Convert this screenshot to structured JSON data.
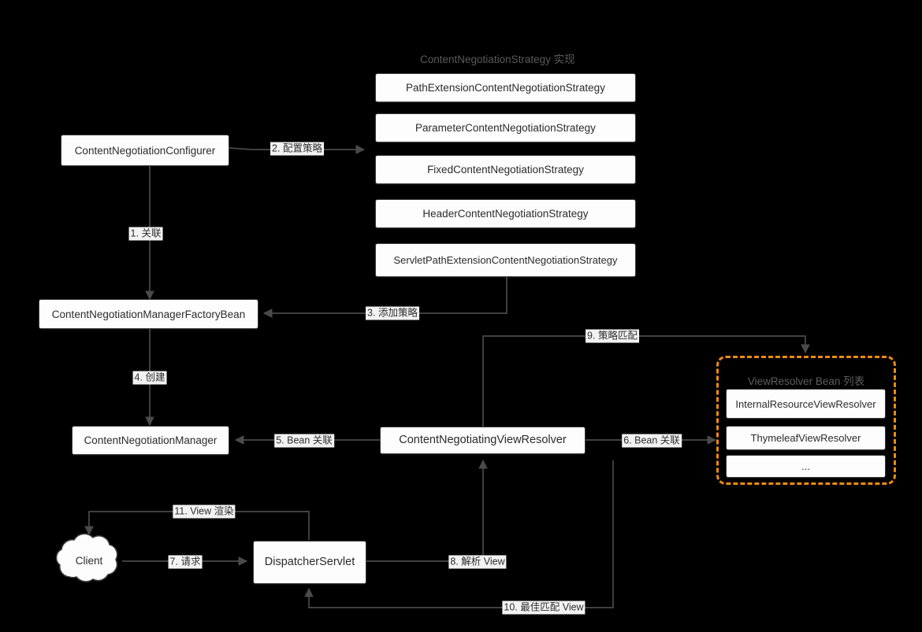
{
  "diagram": {
    "background": "#000000",
    "accent_orange": "#ed8b13",
    "node_fill": "#fdfdfd",
    "node_stroke": "#3a3a3a",
    "edge_stroke": "#4a4a4a",
    "label_bg": "#f2f2f2"
  },
  "groups": {
    "strategy_group_title": "ContentNegotiationStrategy 实现",
    "viewresolver_group_title": "ViewResolver Bean 列表"
  },
  "nodes": {
    "configurer": "ContentNegotiationConfigurer",
    "factory_bean": "ContentNegotiationManagerFactoryBean",
    "manager": "ContentNegotiationManager",
    "negotiating_view_resolver": "ContentNegotiatingViewResolver",
    "dispatcher_servlet": "DispatcherServlet",
    "client": "Client"
  },
  "strategies": [
    "PathExtensionContentNegotiationStrategy",
    "ParameterContentNegotiationStrategy",
    "FixedContentNegotiationStrategy",
    "HeaderContentNegotiationStrategy",
    "ServletPathExtensionContentNegotiationStrategy"
  ],
  "view_resolvers": [
    "InternalResourceViewResolver",
    "ThymeleafViewResolver",
    "..."
  ],
  "edges": [
    {
      "id": "e1",
      "label": "1. 关联"
    },
    {
      "id": "e2",
      "label": "2. 配置策略"
    },
    {
      "id": "e3",
      "label": "3. 添加策略"
    },
    {
      "id": "e4",
      "label": "4. 创建"
    },
    {
      "id": "e5",
      "label": "5. Bean 关联"
    },
    {
      "id": "e6",
      "label": "6. Bean 关联"
    },
    {
      "id": "e7",
      "label": "7. 请求"
    },
    {
      "id": "e8",
      "label": "8. 解析 View"
    },
    {
      "id": "e9",
      "label": "9. 策略匹配"
    },
    {
      "id": "e10",
      "label": "10. 最佳匹配 View"
    },
    {
      "id": "e11",
      "label": "11. View 渲染"
    }
  ]
}
